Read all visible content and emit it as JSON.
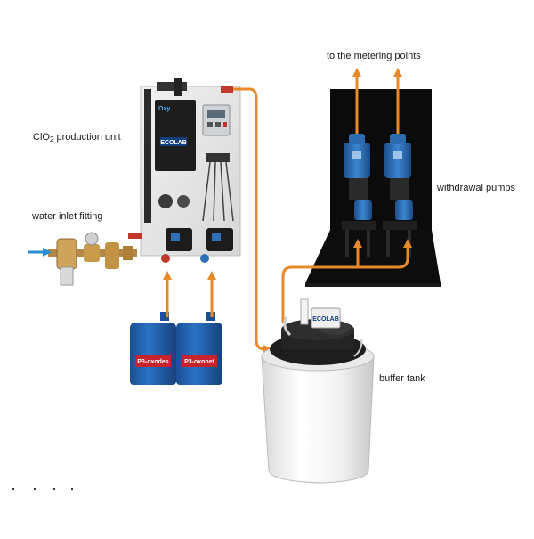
{
  "labels": {
    "production_unit_prefix": "ClO",
    "production_unit_subscript": "2",
    "production_unit_suffix": " production unit",
    "water_inlet": "water inlet fitting",
    "withdrawal_pumps": "withdrawal pumps",
    "buffer_tank": "buffer tank",
    "metering_points": "to the metering points"
  },
  "canisters": {
    "left": "P3-oxodes",
    "right": "P3-oxonet"
  },
  "panel_branding": {
    "product": "Oxy",
    "brand": "ECOLAB"
  },
  "tank_branding": "ECOLAB",
  "colors": {
    "pipe": "#e8892b",
    "arrow": "#e8892b",
    "inlet_arrow": "#2a8fd6",
    "pump_blue": "#2f6fb7",
    "canister_blue": "#1f5fb0",
    "canister_label": "#c8232c",
    "backdrop": "#0b0b0b",
    "panel": "#e6e6e6"
  }
}
